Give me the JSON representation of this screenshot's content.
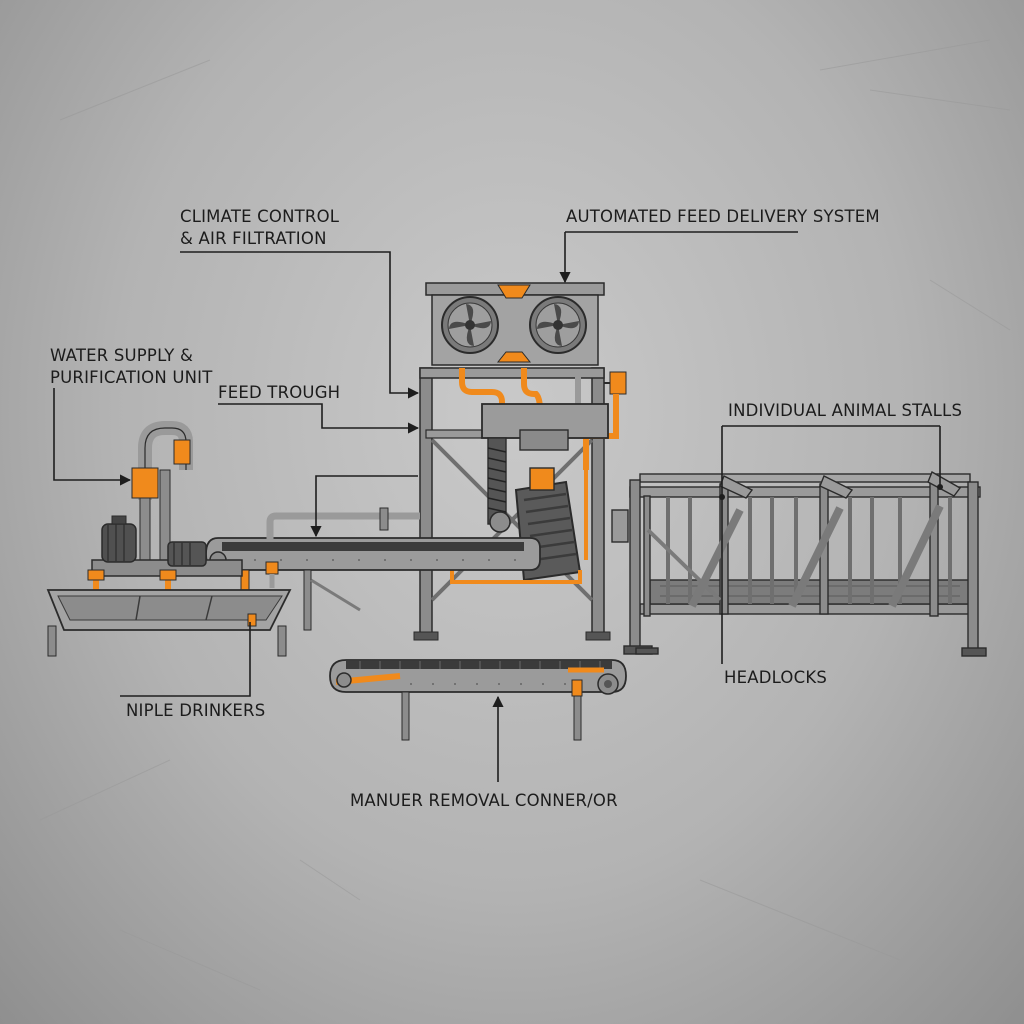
{
  "colors": {
    "accent": "#f08a1c",
    "steel": "#8c8c8c",
    "steel_dark": "#4d4d4d",
    "outline": "#2b2b2b",
    "background": "#bcbcbc"
  },
  "labels": {
    "climate_control": "CLIMATE CONTROL\n& AIR FILTRATION",
    "feed_delivery": "AUTOMATED FEED DELIVERY SYSTEM",
    "water_supply": "WATER SUPPLY &\nPURIFICATION UNIT",
    "feed_trough": "FEED TROUGH",
    "animal_stalls": "INDIVIDUAL ANIMAL STALLS",
    "headlocks": "HEADLOCKS",
    "nipple_drinkers": "NIPLE DRINKERS",
    "manure_conveyor": "MANUER REMOVAL CONNER/OR"
  },
  "icons": {
    "fan_left": "fan-icon",
    "fan_right": "fan-icon",
    "pump_motor": "motor-icon"
  }
}
